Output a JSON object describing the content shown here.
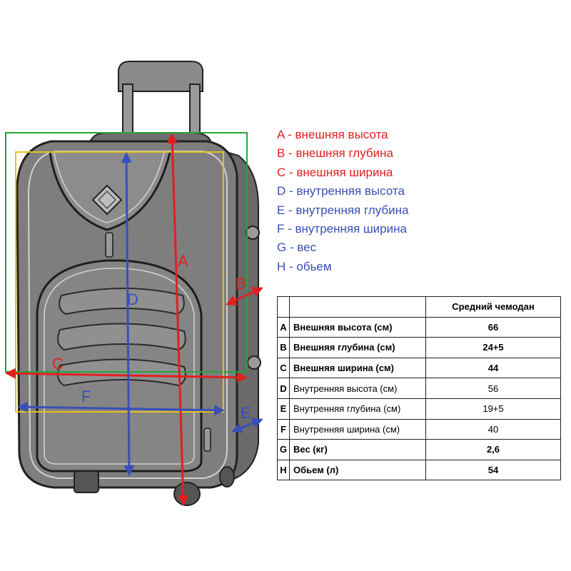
{
  "legend": [
    {
      "text": "A - внешняя высота",
      "color": "#e02020"
    },
    {
      "text": "B - внешняя глубина",
      "color": "#e02020"
    },
    {
      "text": "C - внешняя ширина",
      "color": "#e02020"
    },
    {
      "text": "D - внутренняя высота",
      "color": "#3a4fb8"
    },
    {
      "text": "E - внутренняя глубина",
      "color": "#3a4fb8"
    },
    {
      "text": "F - внутренняя ширина",
      "color": "#3a4fb8"
    },
    {
      "text": "G - вес",
      "color": "#3a4fb8"
    },
    {
      "text": "H - обьем",
      "color": "#3a4fb8"
    }
  ],
  "table": {
    "header": "Средний чемодан",
    "rows": [
      {
        "letter": "A",
        "param": "Внешняя высота (см)",
        "value": "66"
      },
      {
        "letter": "B",
        "param": "Внешняя глубина (см)",
        "value": "24+5"
      },
      {
        "letter": "C",
        "param": "Внешняя ширина (см)",
        "value": "44"
      },
      {
        "letter": "D",
        "param": "Внутренняя высота (см)",
        "value": "56"
      },
      {
        "letter": "E",
        "param": "Внутренняя глубина (см)",
        "value": "19+5"
      },
      {
        "letter": "F",
        "param": "Внутренняя ширина (см)",
        "value": "40"
      },
      {
        "letter": "G",
        "param": "Вес (кг)",
        "value": "2,6"
      },
      {
        "letter": "H",
        "param": "Обьем (л)",
        "value": "54"
      }
    ]
  },
  "labels": {
    "A": "A",
    "B": "B",
    "C": "C",
    "D": "D",
    "E": "E",
    "F": "F"
  },
  "colors": {
    "red": "#e02020",
    "blue": "#3a4fb8",
    "green": "#27a33a",
    "yellow": "#e8c020",
    "suitcase": "#7e7e7e"
  }
}
